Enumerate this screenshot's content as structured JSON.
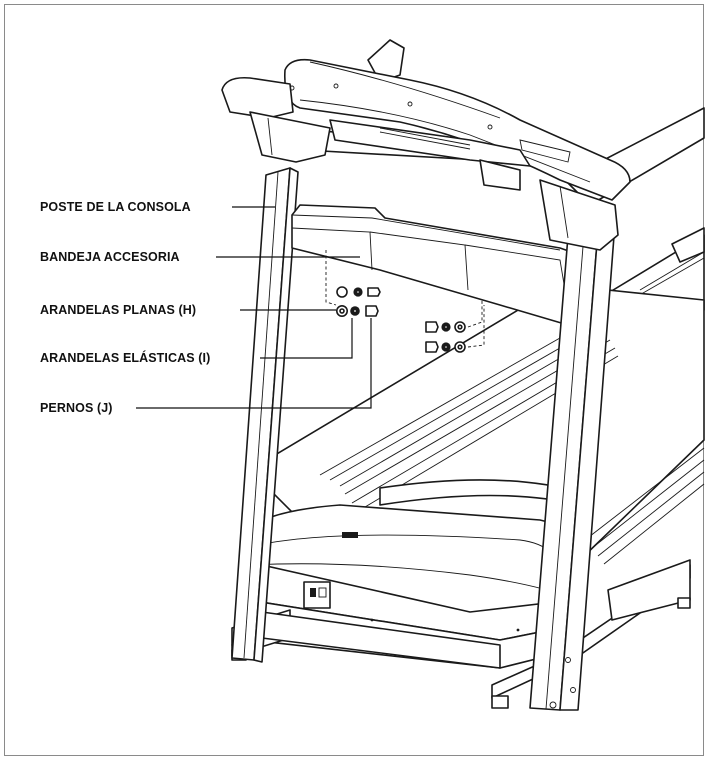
{
  "labels": {
    "console_post": "POSTE DE LA CONSOLA",
    "accessory_tray": "BANDEJA ACCESORIA",
    "flat_washers": "ARANDELAS PLANAS (H)",
    "lock_washers": "ARANDELAS ELÁSTICAS (I)",
    "bolts": "PERNOS (J)"
  },
  "colors": {
    "line": "#1a1a1a",
    "frame": "#8a8a8a",
    "fill": "#ffffff",
    "shade": "#d9d9d9"
  }
}
